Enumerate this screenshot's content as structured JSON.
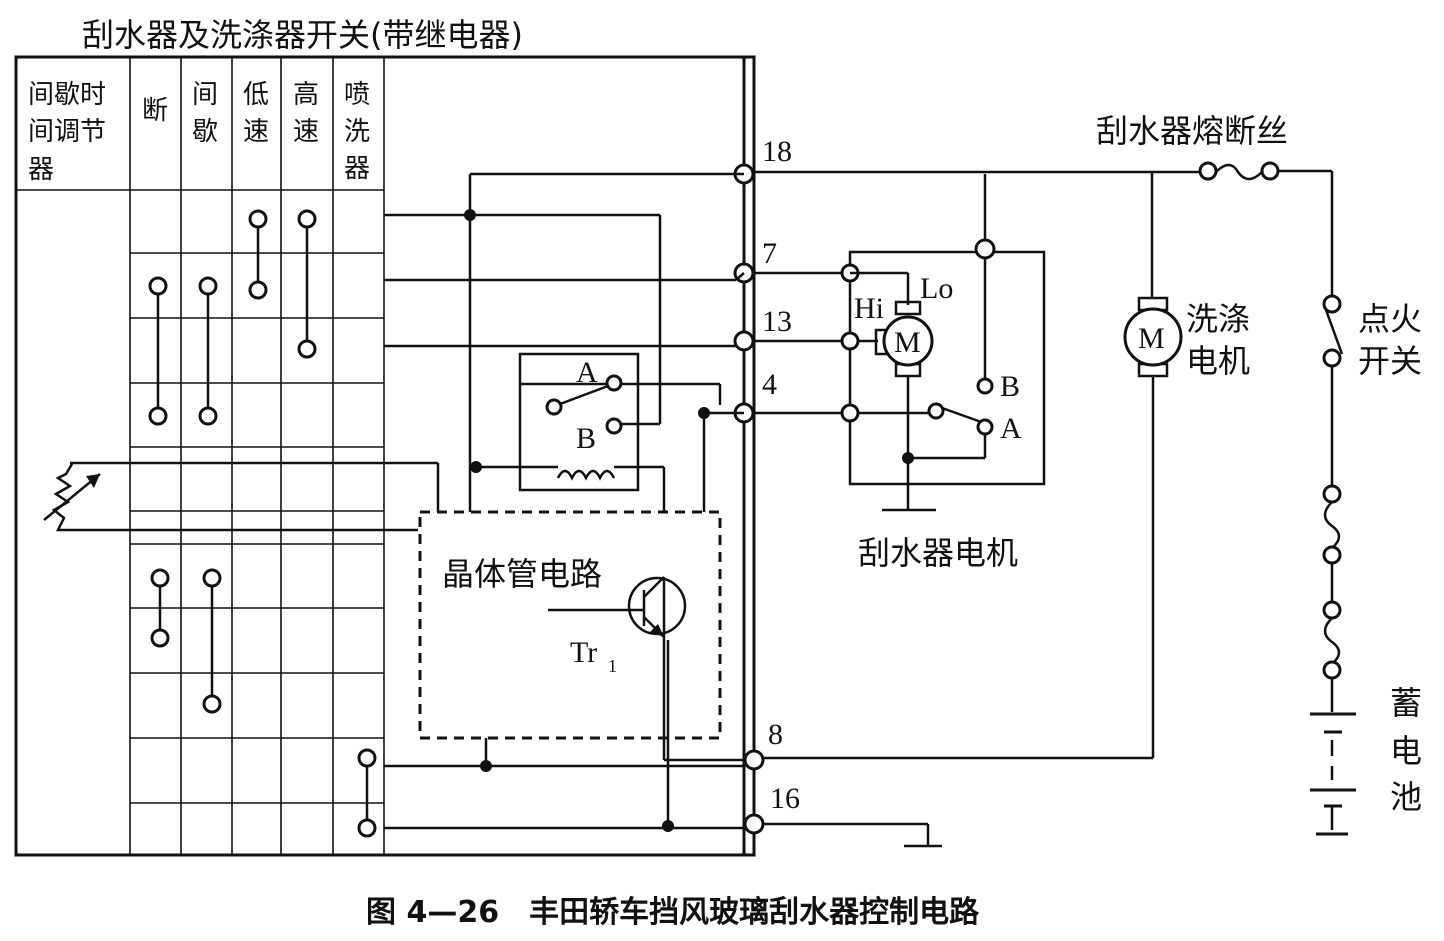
{
  "title": "刮水器及洗涤器开关(带继电器)",
  "columns": [
    [
      "间歇时",
      "间调节",
      "器"
    ],
    [
      "断"
    ],
    [
      "间",
      "歇"
    ],
    [
      "低",
      "速"
    ],
    [
      "高",
      "速"
    ],
    [
      "喷",
      "洗",
      "器"
    ]
  ],
  "terminals": [
    "18",
    "7",
    "13",
    "4",
    "8",
    "16"
  ],
  "relay_contacts": {
    "a": "A",
    "b": "B"
  },
  "transistor": {
    "label": "晶体管电路",
    "base": "Tr",
    "sub": "1"
  },
  "motor": {
    "symbol": "M",
    "hi": "Hi",
    "lo": "Lo",
    "b": "B",
    "a": "A",
    "label": "刮水器电机"
  },
  "fuse_label": "刮水器熔断丝",
  "washer_motor": {
    "symbol": "M",
    "line1": "洗涤",
    "line2": "电机"
  },
  "ignition_switch": {
    "line1": "点火",
    "line2": "开关"
  },
  "battery": [
    "蓄",
    "电",
    "池"
  ],
  "caption": "图 4—26　丰田轿车挡风玻璃刮水器控制电路"
}
